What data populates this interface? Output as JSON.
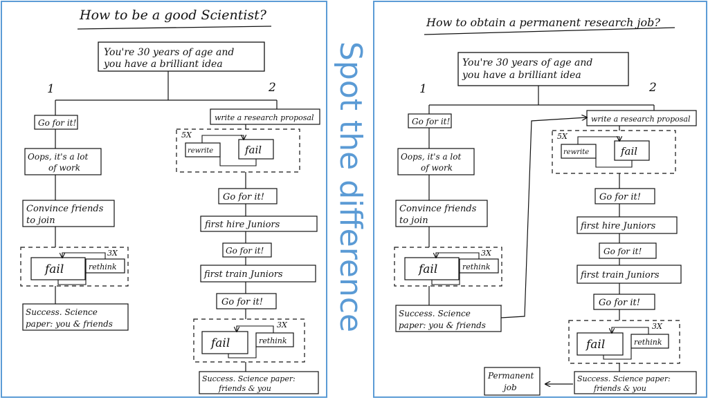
{
  "center_label": "Spot the difference",
  "colors": {
    "panel_border": "#5b9bd5",
    "center_text": "#5b9bd5",
    "ink": "#111111"
  },
  "left": {
    "title": "How to be a good Scientist?",
    "start": [
      "You're 30 years of age and",
      "you have a brilliant idea"
    ],
    "label_1": "1",
    "label_2": "2",
    "b1_goforit": "Go for it!",
    "b1_oops": [
      "Oops, it's a lot",
      "of work"
    ],
    "b1_convince": [
      "Convince friends",
      "to join"
    ],
    "b1_fail": "fail",
    "b1_rethink": "rethink",
    "b1_repeat": "3X",
    "b1_success": [
      "Success. Science",
      "paper: you & friends"
    ],
    "b2_proposal": "write a research proposal",
    "b2_repeat5": "5X",
    "b2_rewrite": "rewrite",
    "b2_fail": "fail",
    "b2_goforit1": "Go for it!",
    "b2_hire": "first hire Juniors",
    "b2_goforit2": "Go for it!",
    "b2_train": "first train Juniors",
    "b2_goforit3": "Go for it!",
    "b2_fail2": "fail",
    "b2_rethink": "rethink",
    "b2_repeat3": "3X",
    "b2_success": [
      "Success. Science paper:",
      "friends & you"
    ]
  },
  "right": {
    "title": "How to obtain a permanent research job?",
    "start": [
      "You're 30 years of age and",
      "you have a brilliant idea"
    ],
    "label_1": "1",
    "label_2": "2",
    "b1_goforit": "Go for it!",
    "b1_oops": [
      "Oops, it's a lot",
      "of work"
    ],
    "b1_convince": [
      "Convince friends",
      "to join"
    ],
    "b1_fail": "fail",
    "b1_rethink": "rethink",
    "b1_repeat": "3X",
    "b1_success": [
      "Success. Science",
      "paper: you & friends"
    ],
    "b2_proposal": "write a research proposal",
    "b2_repeat5": "5X",
    "b2_rewrite": "rewrite",
    "b2_fail": "fail",
    "b2_goforit1": "Go for it!",
    "b2_hire": "first hire Juniors",
    "b2_goforit2": "Go for it!",
    "b2_train": "first train Juniors",
    "b2_goforit3": "Go for it!",
    "b2_fail2": "fail",
    "b2_rethink": "rethink",
    "b2_repeat3": "3X",
    "b2_success": [
      "Success. Science paper:",
      "friends & you"
    ],
    "permanent": [
      "Permanent",
      "job"
    ]
  }
}
